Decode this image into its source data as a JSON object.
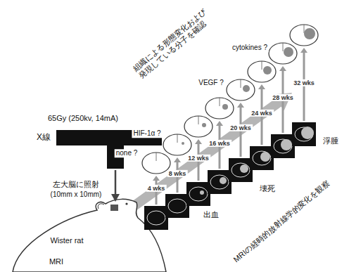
{
  "diagram": {
    "labels": [
      "組織による形態変化および 発現している分子を確認",
      "65Gy (250kv, 14mA)",
      "X線",
      "左大脳に照射",
      "(10mm x 10mm)",
      "Wister rat",
      "MRI",
      "4 wks",
      "8 wks",
      "12 wks",
      "16 wks",
      "20 wks",
      "24 wks",
      "28 wks",
      "32 wks",
      "none ?",
      "HIF-1α ?",
      "VEGF ?",
      "cytokines ?",
      "出血",
      "壊死",
      "浮腫",
      "MRIの経時的放射線学的変化を観察"
    ]
  }
}
